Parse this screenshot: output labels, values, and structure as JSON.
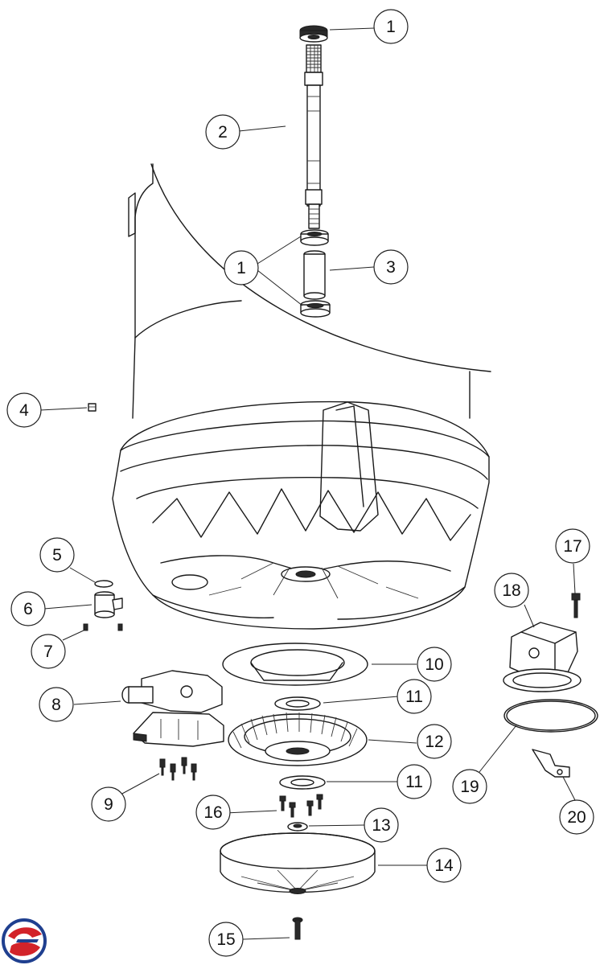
{
  "diagram": {
    "callouts": [
      {
        "id": "c1a",
        "label": "1"
      },
      {
        "id": "c2",
        "label": "2"
      },
      {
        "id": "c1b",
        "label": "1"
      },
      {
        "id": "c3",
        "label": "3"
      },
      {
        "id": "c4",
        "label": "4"
      },
      {
        "id": "c5",
        "label": "5"
      },
      {
        "id": "c6",
        "label": "6"
      },
      {
        "id": "c7",
        "label": "7"
      },
      {
        "id": "c8",
        "label": "8"
      },
      {
        "id": "c9",
        "label": "9"
      },
      {
        "id": "c10",
        "label": "10"
      },
      {
        "id": "c11a",
        "label": "11"
      },
      {
        "id": "c12",
        "label": "12"
      },
      {
        "id": "c11b",
        "label": "11"
      },
      {
        "id": "c13",
        "label": "13"
      },
      {
        "id": "c14",
        "label": "14"
      },
      {
        "id": "c15",
        "label": "15"
      },
      {
        "id": "c16",
        "label": "16"
      },
      {
        "id": "c17",
        "label": "17"
      },
      {
        "id": "c18",
        "label": "18"
      },
      {
        "id": "c19",
        "label": "19"
      },
      {
        "id": "c20",
        "label": "20"
      }
    ],
    "logo": {
      "colors": {
        "red": "#d2232a",
        "blue": "#1f3f8f"
      }
    }
  }
}
